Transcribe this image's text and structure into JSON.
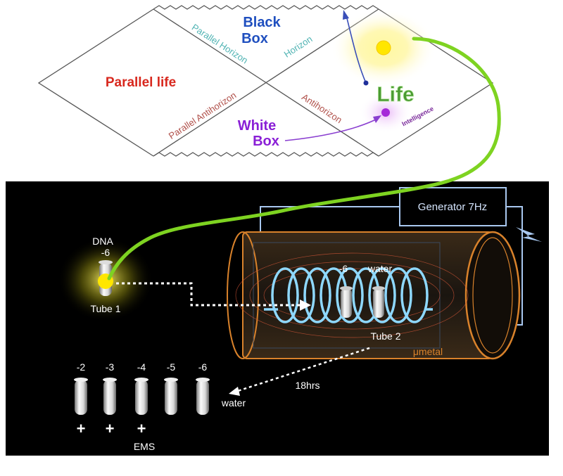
{
  "penrose": {
    "black_box": [
      "Black",
      "Box"
    ],
    "white_box": [
      "White",
      "Box"
    ],
    "parallel_life": "Parallel life",
    "parallel_horizon": "Parallel Horizon",
    "horizon": "Horizon",
    "parallel_antihorizon": "Parallel Antihorizon",
    "antihorizon": "Antihorizon",
    "life": "Life",
    "intelligence": "Intelligence"
  },
  "experiment": {
    "dna_label": "DNA",
    "dna_dilution": "-6",
    "tube1_label": "Tube 1",
    "generator_label": "Generator 7Hz",
    "coil_dilution": "-6",
    "coil_water": "water",
    "tube2_label": "Tube 2",
    "shield_label": "μmetal",
    "duration": "18hrs",
    "dilutions": [
      "-2",
      "-3",
      "-4",
      "-5",
      "-6"
    ],
    "water_label": "water",
    "plus_signs": [
      "+",
      "+",
      "+"
    ],
    "ems_label": "EMS"
  },
  "colors": {
    "green_link": "#7ed321",
    "black_box_text": "#1f4fbf",
    "white_box_text": "#8a1fd6",
    "parallel_life_text": "#d8281e",
    "horizon_text": "#4fb3b3",
    "antihorizon_text": "#b0504a",
    "life_text": "#4a9a32",
    "glow": "#fff200",
    "coil": "#8ed8ff",
    "shield": "#d9822b",
    "frame": "#a9c8f0"
  }
}
